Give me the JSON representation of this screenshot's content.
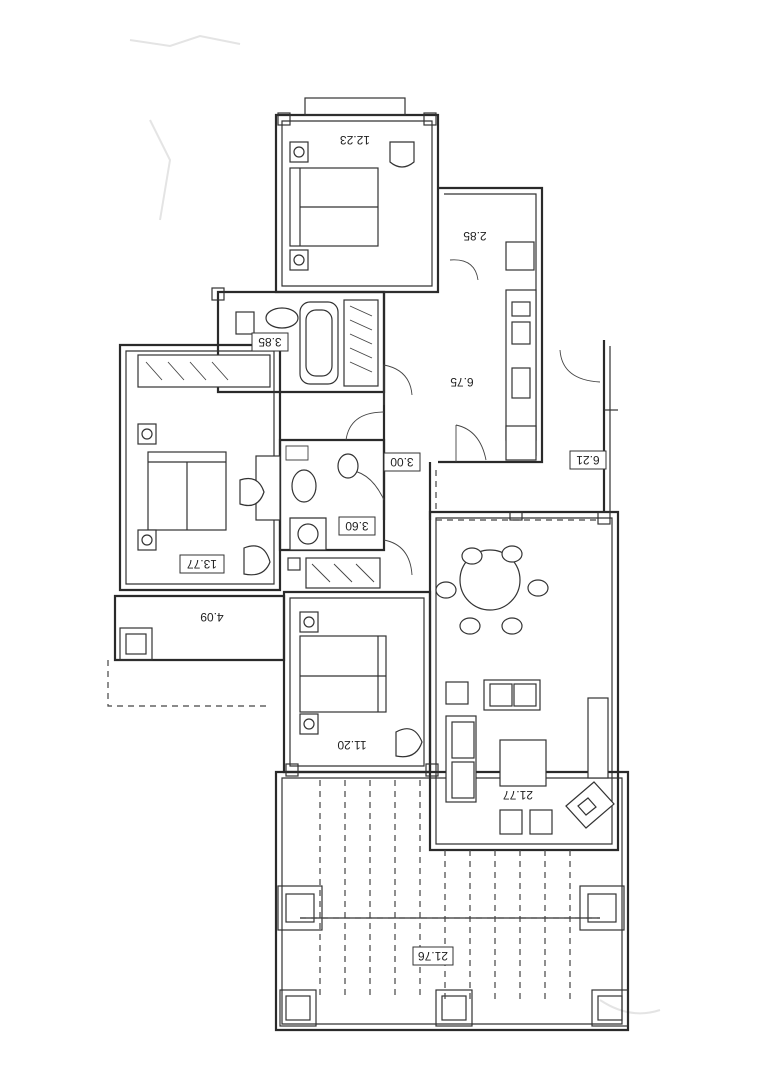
{
  "rooms": [
    {
      "key": "bedroom_top",
      "area": "12.23"
    },
    {
      "key": "utility",
      "area": "2.85"
    },
    {
      "key": "bath_top",
      "area": "3.85"
    },
    {
      "key": "kitchen",
      "area": "6.75"
    },
    {
      "key": "bedroom_left",
      "area": "13.77"
    },
    {
      "key": "hall",
      "area": "3.00"
    },
    {
      "key": "bath_mid",
      "area": "3.60"
    },
    {
      "key": "terrace_right",
      "area": "6.21"
    },
    {
      "key": "balcony_left",
      "area": "4.09"
    },
    {
      "key": "bedroom_bottom",
      "area": "11.20"
    },
    {
      "key": "living",
      "area": "21.77"
    },
    {
      "key": "terrace_bottom",
      "area": "21.76"
    }
  ]
}
